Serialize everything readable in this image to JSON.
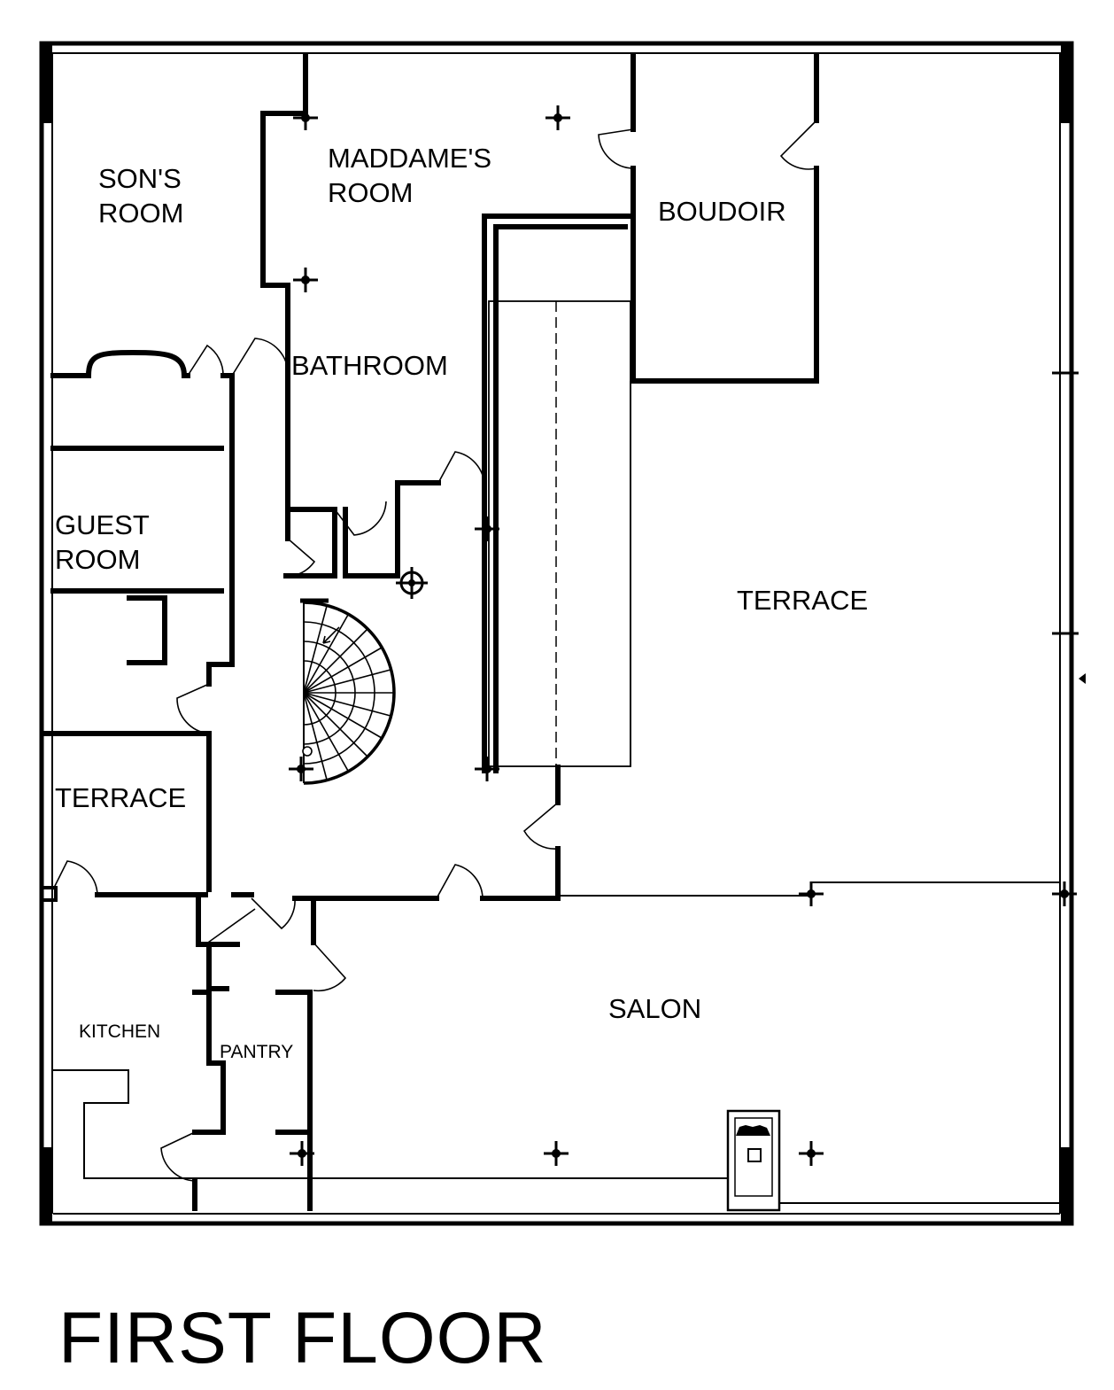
{
  "plan": {
    "title": "FIRST FLOOR",
    "rooms": [
      {
        "id": "sons-room",
        "lines": [
          "SON'S",
          "ROOM"
        ]
      },
      {
        "id": "madames-room",
        "lines": [
          "MADDAME'S",
          "ROOM"
        ]
      },
      {
        "id": "boudoir",
        "lines": [
          "BOUDOIR"
        ]
      },
      {
        "id": "bathroom",
        "lines": [
          "BATHROOM"
        ]
      },
      {
        "id": "guest-room",
        "lines": [
          "GUEST",
          "ROOM"
        ]
      },
      {
        "id": "terrace-main",
        "lines": [
          "TERRACE"
        ]
      },
      {
        "id": "terrace-small",
        "lines": [
          "TERRACE"
        ]
      },
      {
        "id": "salon",
        "lines": [
          "SALON"
        ]
      },
      {
        "id": "kitchen",
        "lines": [
          "KITCHEN"
        ]
      },
      {
        "id": "pantry",
        "lines": [
          "PANTRY"
        ]
      }
    ]
  },
  "colors": {
    "line": "#000000",
    "background": "#ffffff"
  }
}
